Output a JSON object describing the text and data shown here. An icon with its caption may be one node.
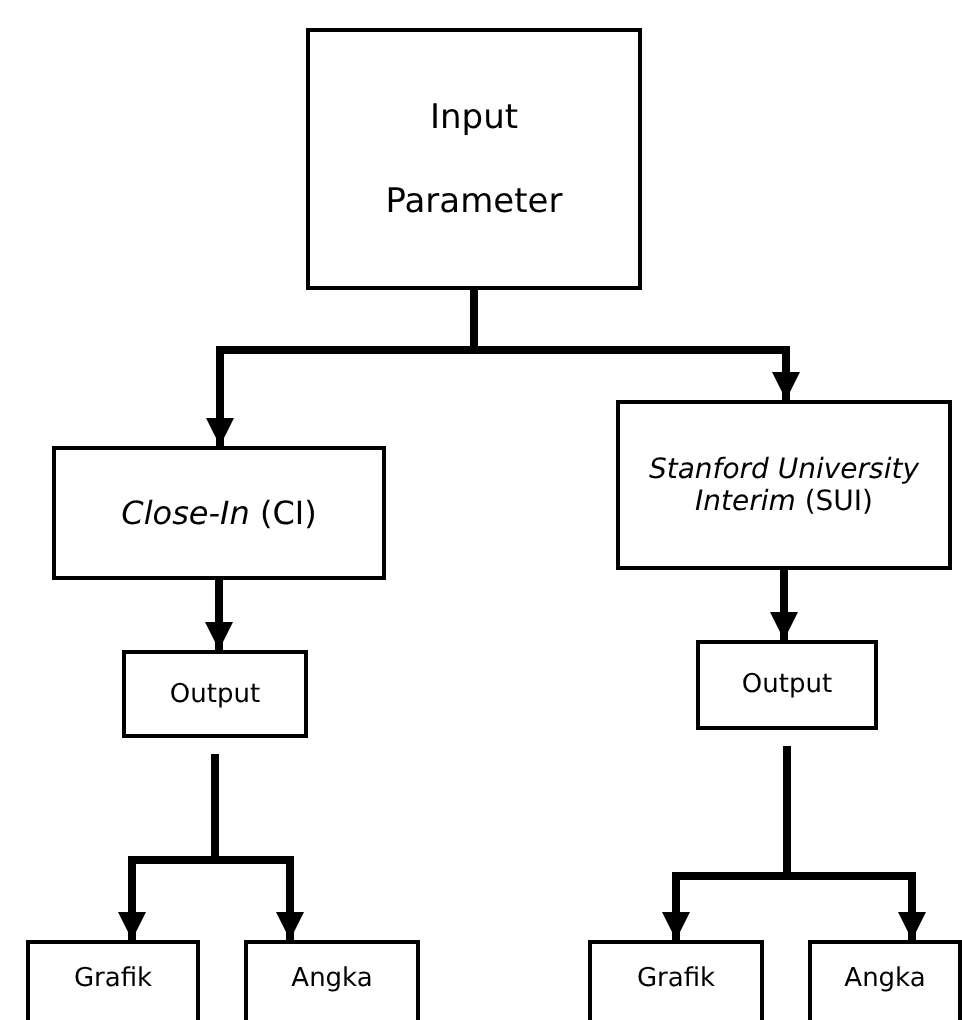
{
  "diagram": {
    "nodes": [
      {
        "text": [
          "Input",
          "Parameter"
        ]
      },
      {
        "text": [
          "*Close-In* (CI)"
        ]
      },
      {
        "text": [
          "*Stanford University Interim* (SUI)"
        ]
      },
      {
        "text": [
          "Output"
        ]
      },
      {
        "text": [
          "Output"
        ]
      },
      {
        "text": [
          "Grafik"
        ]
      },
      {
        "text": [
          "Angka"
        ]
      },
      {
        "text": [
          "Grafik"
        ]
      },
      {
        "text": [
          "Angka"
        ]
      }
    ],
    "edges": [
      {
        "from": 0,
        "to": 1,
        "arrow": "to"
      },
      {
        "from": 0,
        "to": 2,
        "arrow": "to"
      },
      {
        "from": 1,
        "to": 3,
        "arrow": "to"
      },
      {
        "from": 2,
        "to": 4,
        "arrow": "to"
      },
      {
        "from": 3,
        "to": 5,
        "arrow": "to"
      },
      {
        "from": 3,
        "to": 6,
        "arrow": "to"
      },
      {
        "from": 4,
        "to": 7,
        "arrow": "to"
      },
      {
        "from": 4,
        "to": 8,
        "arrow": "to"
      }
    ]
  }
}
